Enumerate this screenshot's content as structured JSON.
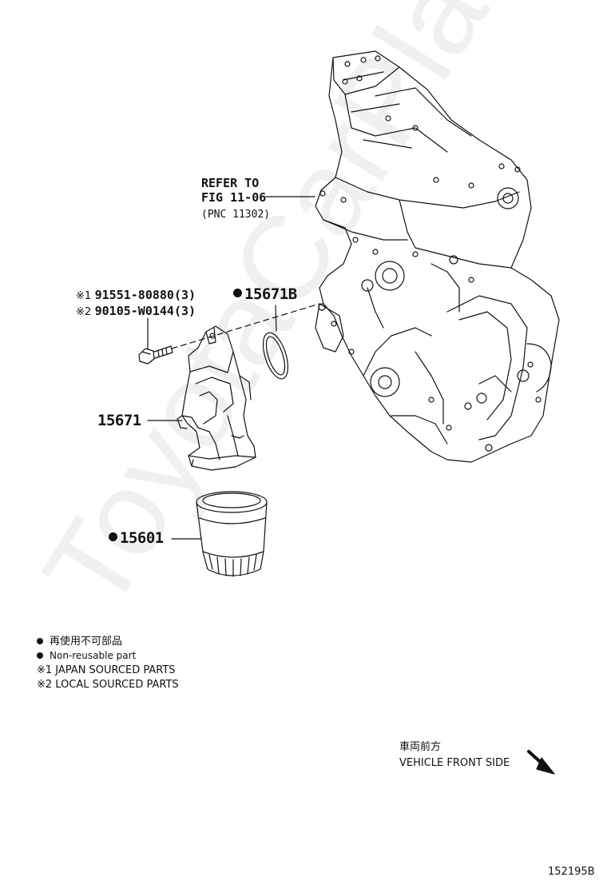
{
  "refer": {
    "line1": "REFER TO",
    "line2": "FIG 11-06",
    "line3": "(PNC 11302)"
  },
  "bolts": {
    "item1_mark": "※1",
    "item1_part": "91551-80880(3)",
    "item2_mark": "※2",
    "item2_part": "90105-W0144(3)"
  },
  "parts": {
    "gasket": "15671B",
    "bracket": "15671",
    "filter": "15601"
  },
  "legend": {
    "jp_nonreusable": "再使用不可部品",
    "en_nonreusable": "Non-reusable part",
    "japan_sourced": "※1 JAPAN SOURCED PARTS",
    "local_sourced": "※2 LOCAL SOURCED PARTS"
  },
  "direction": {
    "jp": "車両前方",
    "en": "VEHICLE FRONT SIDE"
  },
  "figure_id": "152195B",
  "watermark": "ToyotaCarPlanet.ru"
}
